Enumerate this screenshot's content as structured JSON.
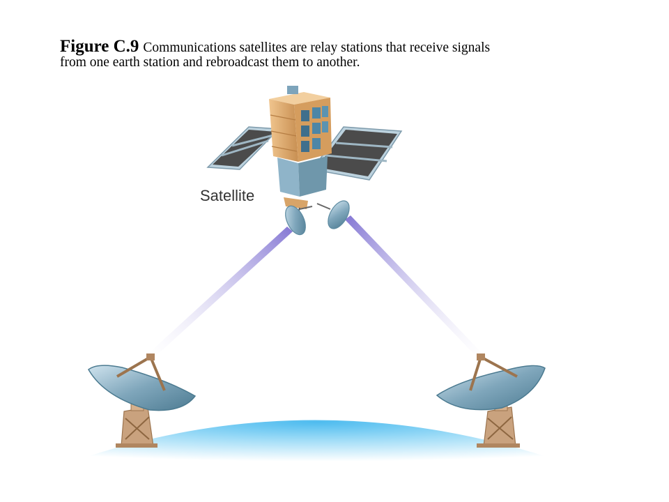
{
  "caption": {
    "figure_label": "Figure C.9",
    "text_line1": "Communications satellites are relay stations that receive signals",
    "text_line2": "from one earth station and rebroadcast them to another."
  },
  "diagram": {
    "satellite_label": "Satellite"
  },
  "colors": {
    "beam": "#8e7fd6",
    "earth": "#5cc2f0",
    "dish": "#6f97ab",
    "tower": "#c9a27e",
    "panel": "#4a4a4a",
    "satellite_body": "#d9a46a"
  }
}
